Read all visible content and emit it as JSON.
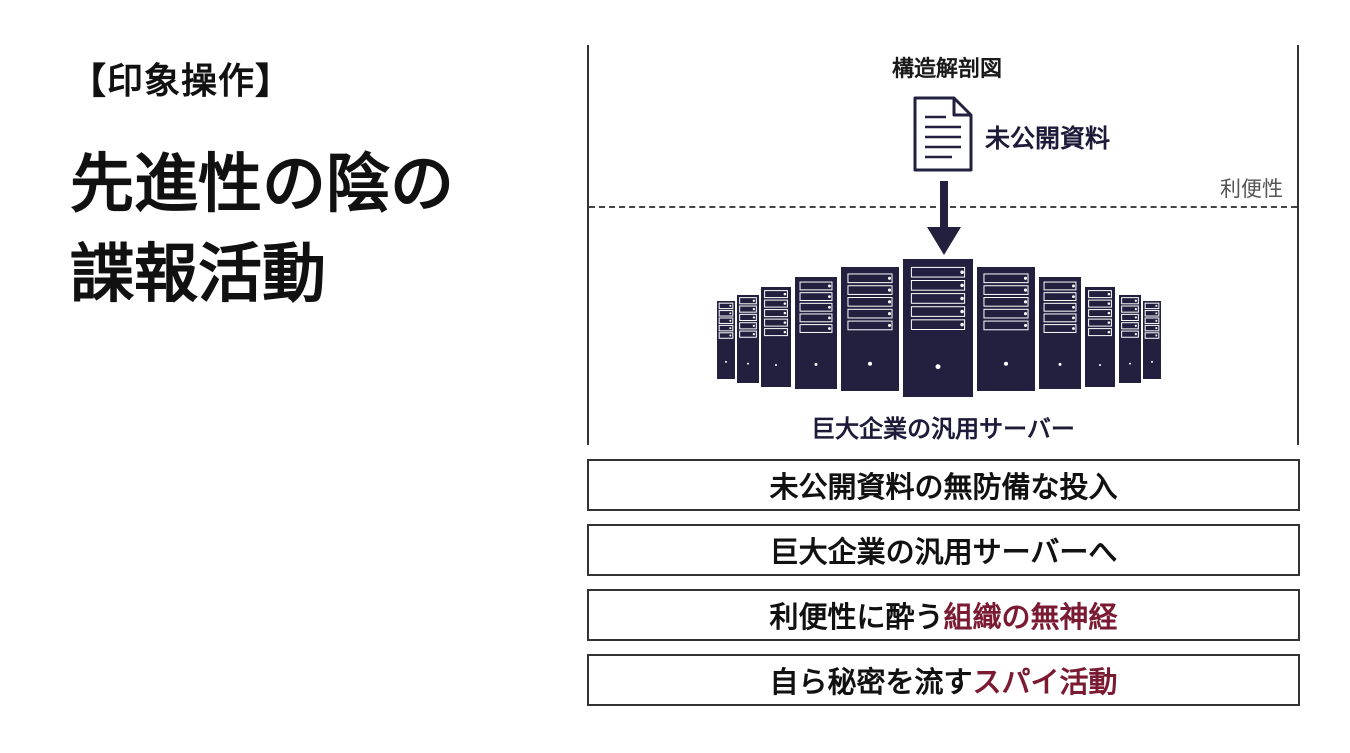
{
  "category_label": "【印象操作】",
  "headline": [
    "先進性の陰の",
    "諜報活動"
  ],
  "diagram": {
    "title": "構造解剖図",
    "document_label": "未公開資料",
    "threshold_label": "利便性",
    "servers_label": "巨大企業の汎用サーバー",
    "colors": {
      "navy": "#23203f",
      "line": "#333333"
    }
  },
  "points": [
    {
      "text": "未公開資料の無防備な投入",
      "accent": ""
    },
    {
      "text": "巨大企業の汎用サーバーへ",
      "accent": ""
    },
    {
      "text": "利便性に酔う",
      "accent": "組織の無神経"
    },
    {
      "text": "自ら秘密を流す",
      "accent": "スパイ活動"
    }
  ],
  "accent_color": "#7a1a33"
}
